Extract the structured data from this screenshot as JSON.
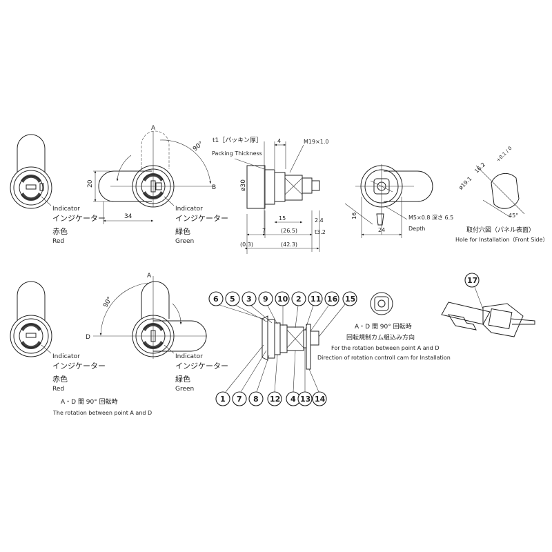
{
  "top": {
    "front_left": {
      "label_en": "Indicator",
      "label_jp": "インジケーター",
      "color_jp": "赤色",
      "color_en": "Red"
    },
    "front_right": {
      "label_en": "Indicator",
      "label_jp": "インジケーター",
      "color_jp": "緑色",
      "color_en": "Green"
    },
    "points": {
      "a": "A",
      "b": "B"
    },
    "angle": "90°",
    "dims": {
      "height": "20",
      "length": "34"
    },
    "side": {
      "t1": "t1［パッキン厚］",
      "packing": "Packing Thickness",
      "w4": "4",
      "thread": "M19×1.0",
      "dia": "ø30",
      "d15": "15",
      "d2_4": "2.4",
      "d7": "7",
      "d26_5": "(26.5)",
      "t3_2": "t3.2",
      "d0_3": "(0.3)",
      "d42_3": "(42.3)"
    },
    "back": {
      "d16": "16",
      "d24": "24",
      "m5": "M5×0.8 深さ 6.5",
      "depth": "Depth"
    },
    "hole": {
      "d16_2": "16.2",
      "d19_1": "ø19.1",
      "ang45": "45°",
      "tol": "+0.1 / 0",
      "title_jp": "取付穴図（パネル表面）",
      "title_en": "Hole for Installation（Front Side）"
    }
  },
  "bottom": {
    "front_left": {
      "label_en": "Indicator",
      "label_jp": "インジケーター",
      "color_jp": "赤色",
      "color_en": "Red"
    },
    "front_right": {
      "label_en": "Indicator",
      "label_jp": "インジケーター",
      "color_jp": "緑色",
      "color_en": "Green"
    },
    "points": {
      "a": "A",
      "d": "D"
    },
    "angle": "90°",
    "rotation_jp": "A・D 間 90° 回転時",
    "rotation_en": "The rotation between point A and D",
    "cam_jp1": "A・D 間 90° 回転時",
    "cam_jp2": "回転規制カム組込み方向",
    "cam_en1": "For the rotation between point A and D",
    "cam_en2": "Direction of rotation controll cam for Installation"
  },
  "parts_top": [
    "6",
    "5",
    "3",
    "9",
    "10",
    "2",
    "11",
    "16",
    "15"
  ],
  "parts_bottom": [
    "1",
    "7",
    "8",
    "12",
    "4",
    "13",
    "14"
  ],
  "part_key": "17"
}
